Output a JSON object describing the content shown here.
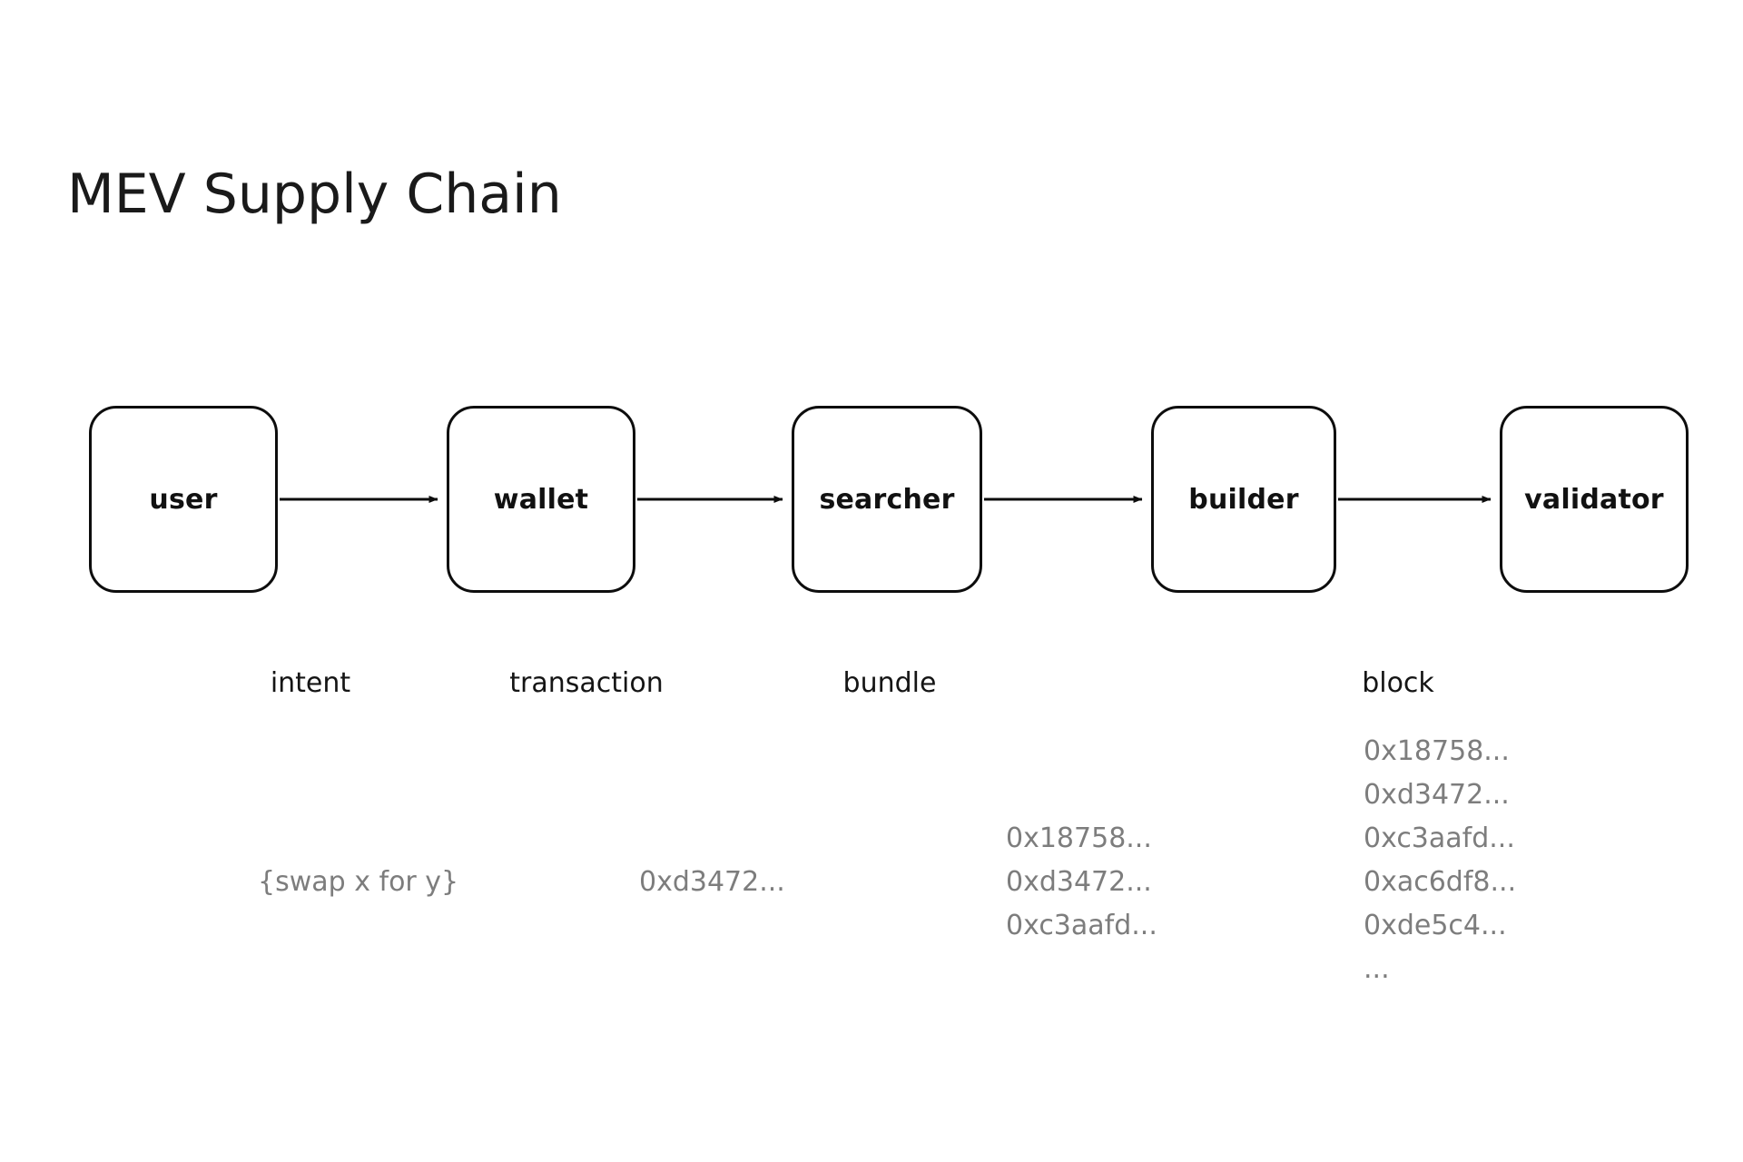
{
  "diagram": {
    "title": "MEV Supply Chain",
    "background_color": "#ffffff",
    "node_border_color": "#0d0d0d",
    "node_text_color": "#111111",
    "edge_label_color": "#151515",
    "payload_text_color": "#7d7d7d",
    "nodes": [
      {
        "id": "user",
        "label": "user"
      },
      {
        "id": "wallet",
        "label": "wallet"
      },
      {
        "id": "searcher",
        "label": "searcher"
      },
      {
        "id": "builder",
        "label": "builder"
      },
      {
        "id": "validator",
        "label": "validator"
      }
    ],
    "edges": [
      {
        "from": "user",
        "to": "wallet",
        "label": "intent"
      },
      {
        "from": "wallet",
        "to": "searcher",
        "label": "transaction"
      },
      {
        "from": "searcher",
        "to": "builder",
        "label": "bundle"
      },
      {
        "from": "builder",
        "to": "validator",
        "label": "block"
      }
    ],
    "payloads": {
      "intent": [
        "{swap x for y}"
      ],
      "transaction": [
        "0xd3472..."
      ],
      "bundle": [
        "0x18758...",
        "0xd3472...",
        "0xc3aafd..."
      ],
      "block": [
        "0x18758...",
        "0xd3472...",
        "0xc3aafd...",
        "0xac6df8...",
        "0xde5c4...",
        "..."
      ]
    }
  }
}
